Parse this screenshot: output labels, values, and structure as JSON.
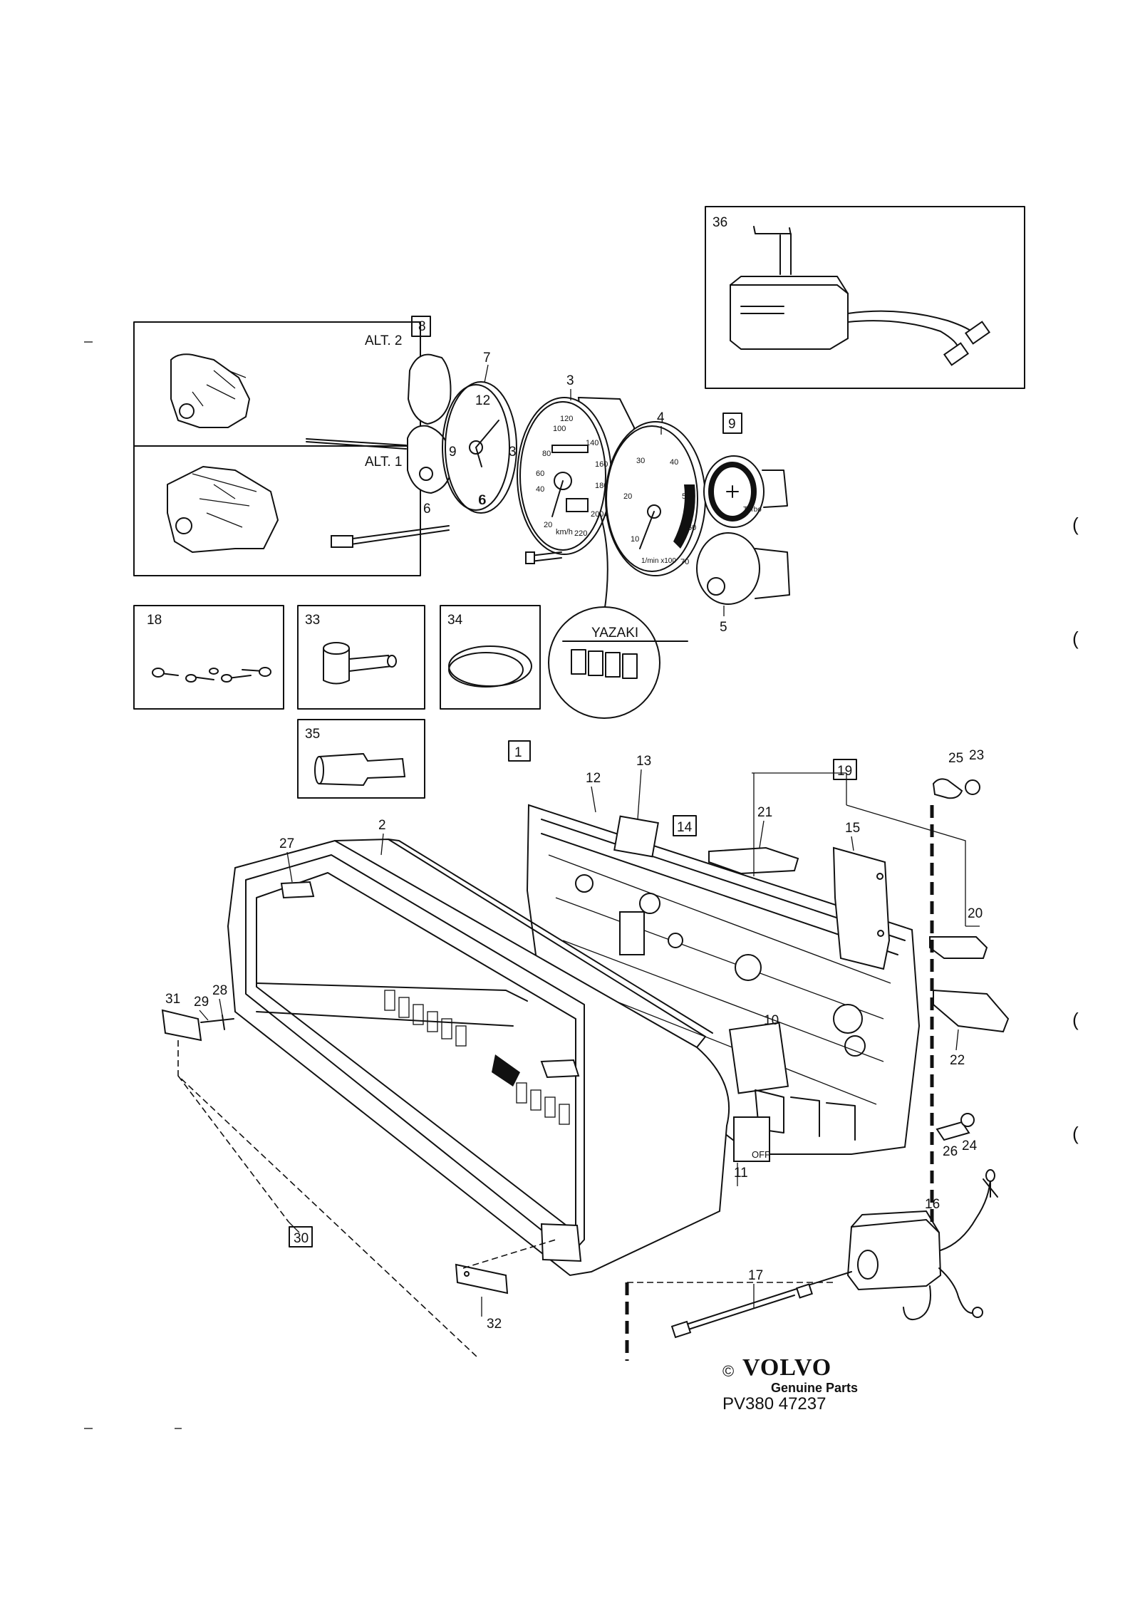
{
  "diagram": {
    "brand": {
      "copyright": "©",
      "name": "VOLVO",
      "tagline": "Genuine Parts",
      "code": "PV380 47237"
    },
    "inset_labels": {
      "alt2": "ALT. 2",
      "alt1": "ALT. 1",
      "yazaki": "YAZAKI"
    },
    "callouts": {
      "c1": "1",
      "c2": "2",
      "c3": "3",
      "c4": "4",
      "c5": "5",
      "c6a": "6",
      "c6b": "6",
      "c7": "7",
      "c8": "8",
      "c9": "9",
      "c10": "10",
      "c11": "11",
      "c12": "12",
      "c13": "13",
      "c14": "14",
      "c15": "15",
      "c16": "16",
      "c17": "17",
      "c18": "18",
      "c19": "19",
      "c20": "20",
      "c21": "21",
      "c22": "22",
      "c23": "23",
      "c24": "24",
      "c25": "25",
      "c26": "26",
      "c27": "27",
      "c28": "28",
      "c29": "29",
      "c30": "30",
      "c31": "31",
      "c32": "32",
      "c33": "33",
      "c34": "34",
      "c35": "35",
      "c36": "36"
    },
    "speedometer": {
      "ticks": [
        "20",
        "40",
        "60",
        "80",
        "100",
        "120",
        "140",
        "160",
        "180",
        "200",
        "220"
      ],
      "unit": "km/h"
    },
    "tachometer": {
      "ticks": [
        "10",
        "20",
        "30",
        "40",
        "50",
        "60",
        "70"
      ],
      "unit": "1/min x100"
    },
    "clock": {
      "ticks": [
        "12",
        "3",
        "6",
        "9"
      ]
    },
    "turbo_gauge": {
      "label": "Turbo"
    },
    "warning_panel": {
      "label": "OFF"
    }
  }
}
